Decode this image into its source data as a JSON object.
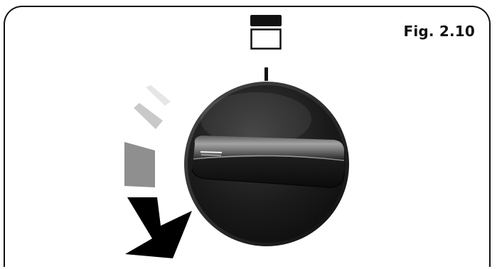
{
  "figure": {
    "label": "Fig. 2.10"
  },
  "icons": {
    "mode_symbol": "top-heating-element-symbol",
    "pointer": "position-marker",
    "knob": "control-knob",
    "rotation_arrow": "clockwise-rotation-arrow"
  },
  "colors": {
    "outline": "#111111",
    "knob_dark": "#151515",
    "knob_highlight": "#9a9a9a",
    "scale_light": "#e6e6e6",
    "scale_mid": "#c9c9c9",
    "scale_dark": "#8f8f8f",
    "arrow": "#000000"
  }
}
